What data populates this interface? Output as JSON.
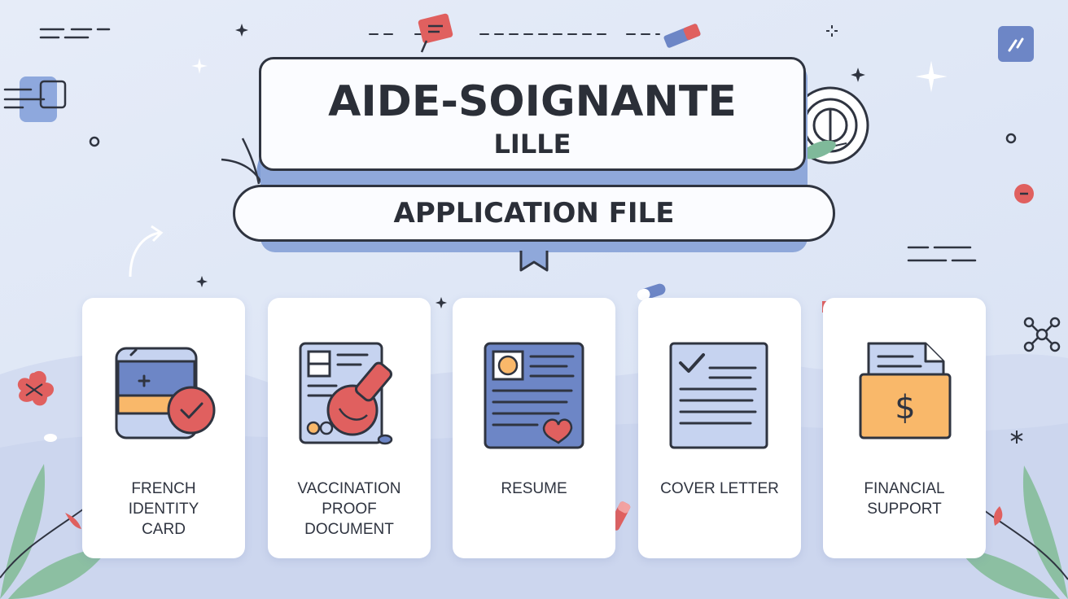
{
  "header": {
    "title": "AIDE-SOIGNANTE",
    "subtitle": "LILLE",
    "banner": "APPLICATION FILE"
  },
  "cards": [
    {
      "label_lines": [
        "FRENCH",
        "IDENTITY",
        "CARD"
      ],
      "icon": "id-card-check-icon"
    },
    {
      "label_lines": [
        "VACCINATION",
        "PROOF",
        "DOCUMENT"
      ],
      "icon": "vaccination-stamp-icon"
    },
    {
      "label_lines": [
        "RESUME"
      ],
      "icon": "resume-icon"
    },
    {
      "label_lines": [
        "COVER LETTER"
      ],
      "icon": "cover-letter-check-icon"
    },
    {
      "label_lines": [
        "FINANCIAL",
        "SUPPORT"
      ],
      "icon": "dollar-folder-icon"
    }
  ],
  "colors": {
    "background": "#dfe7f6",
    "outline": "#2f3440",
    "blue": "#6d86c6",
    "red": "#e0605f",
    "orange": "#f9b86a",
    "green": "#7fb99a",
    "light_blue": "#c6d3f0"
  }
}
